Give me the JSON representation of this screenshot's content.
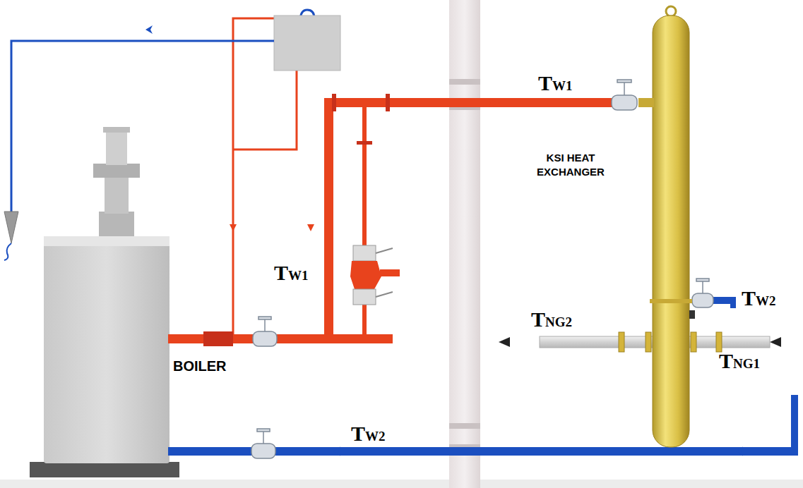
{
  "diagram": {
    "labels": [
      "TW1",
      "KSI HEAT EXCHANGER",
      "TW2",
      "TW1",
      "TNG2",
      "TNG1",
      "BOILER",
      "TW2"
    ]
  }
}
